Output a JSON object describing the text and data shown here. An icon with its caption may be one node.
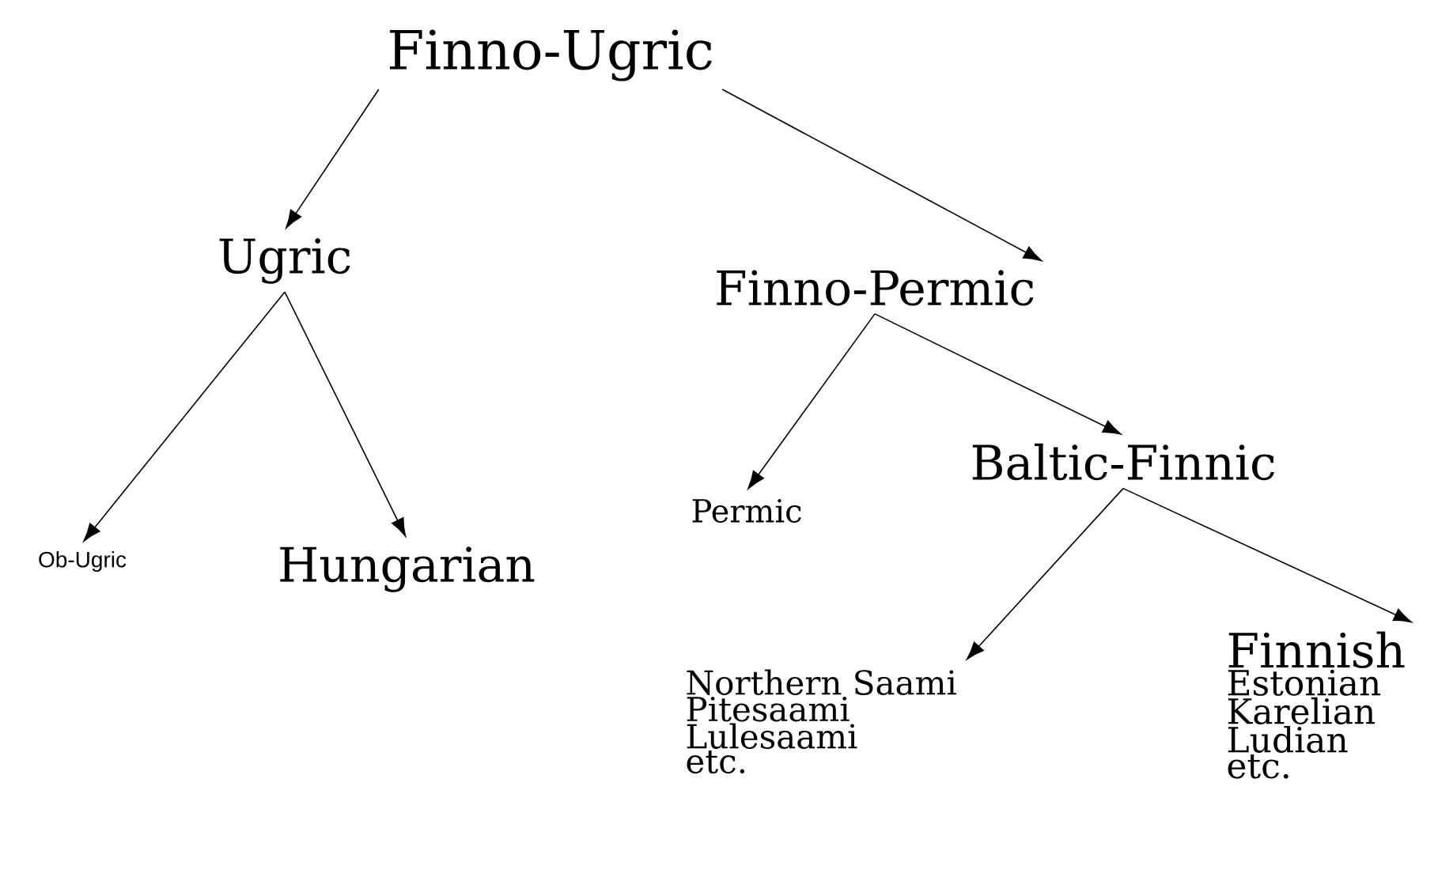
{
  "diagram": {
    "nodes": [
      {
        "text": [
          "Finno-Ugric"
        ]
      },
      {
        "text": [
          "Ugric"
        ]
      },
      {
        "text": [
          "Finno-Permic"
        ]
      },
      {
        "text": [
          "Ob-Ugric"
        ]
      },
      {
        "text": [
          "Hungarian"
        ]
      },
      {
        "text": [
          "Permic"
        ]
      },
      {
        "text": [
          "Baltic-Finnic"
        ]
      },
      {
        "text": [
          "Northern Saami",
          "Pitesaami",
          "Lulesaami",
          "etc."
        ]
      },
      {
        "text": [
          "Finnish",
          "Estonian",
          "Karelian",
          "Ludian",
          "etc."
        ]
      }
    ],
    "edges": [
      {
        "from": 0,
        "to": 1,
        "arrow": "to"
      },
      {
        "from": 0,
        "to": 2,
        "arrow": "to"
      },
      {
        "from": 1,
        "to": 3,
        "arrow": "to"
      },
      {
        "from": 1,
        "to": 4,
        "arrow": "to"
      },
      {
        "from": 2,
        "to": 5,
        "arrow": "to"
      },
      {
        "from": 2,
        "to": 6,
        "arrow": "to"
      },
      {
        "from": 6,
        "to": 7,
        "arrow": "to"
      },
      {
        "from": 6,
        "to": 8,
        "arrow": "to"
      }
    ]
  }
}
